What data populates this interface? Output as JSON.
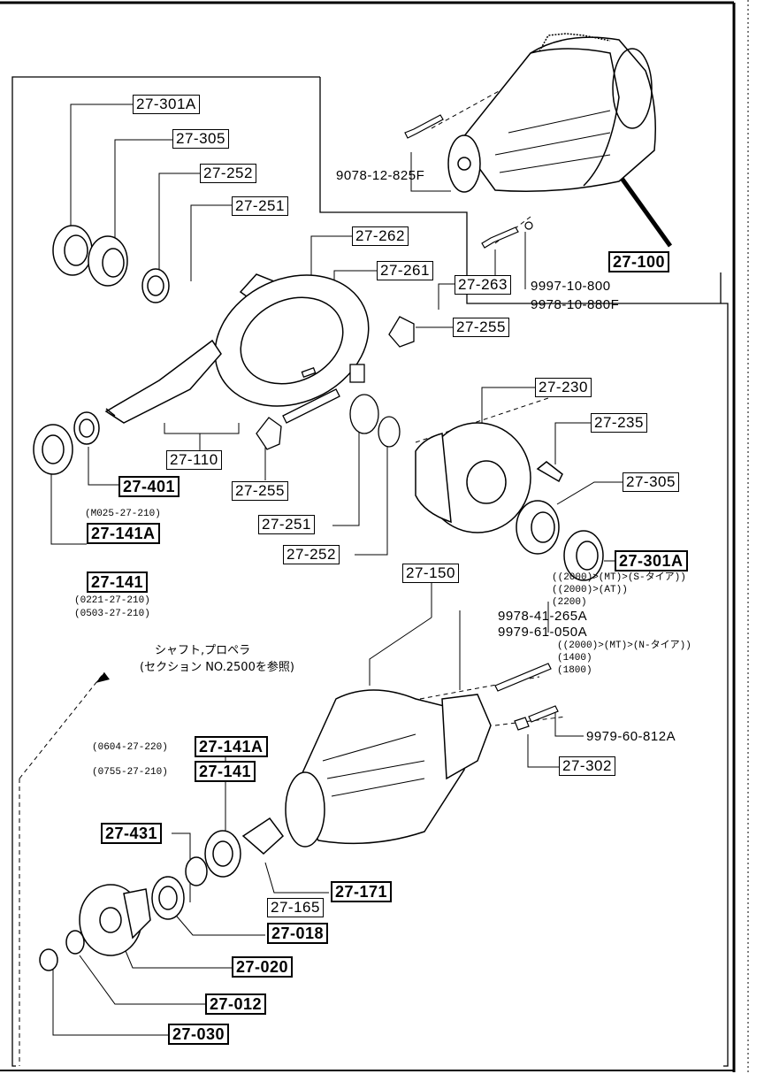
{
  "parts": {
    "p301A_top": "27-301A",
    "p305_top": "27-305",
    "p252_top": "27-252",
    "p251_top": "27-251",
    "p262": "27-262",
    "p261": "27-261",
    "p263": "27-263",
    "p255_right": "27-255",
    "p230": "27-230",
    "p235": "27-235",
    "p305_right": "27-305",
    "p301A_right": "27-301A",
    "p100": "27-100",
    "p110": "27-110",
    "p401": "27-401",
    "p255_bottom": "27-255",
    "p251_bottom": "27-251",
    "p252_bottom": "27-252",
    "p141A_left": "27-141A",
    "p141_left": "27-141",
    "p150": "27-150",
    "p302": "27-302",
    "p141A_lower": "27-141A",
    "p141_lower": "27-141",
    "p431": "27-431",
    "p171": "27-171",
    "p165": "27-165",
    "p018": "27-018",
    "p020": "27-020",
    "p012": "27-012",
    "p030": "27-030"
  },
  "bolts": {
    "b9078": "9078-12-825F",
    "b9997": "9997-10-800",
    "b9978_10": "9978-10-880F",
    "b9978_41": "9978-41-265A",
    "b9979_61": "9979-61-050A",
    "b9979_60": "9979-60-812A"
  },
  "notes": {
    "m025": "(M025-27-210)",
    "n0221": "(0221-27-210)",
    "n0503": "(0503-27-210)",
    "n0604": "(0604-27-220)",
    "n0755": "(0755-27-210)",
    "cond1": "((2000)>(MT)>(S-タイア))",
    "cond2": "((2000)>(AT))",
    "cond3": "(2200)",
    "cond4": "((2000)>(MT)>(N-タイア))",
    "cond5": "(1400)",
    "cond6": "(1800)",
    "jp_line1": "シャフト,プロペラ",
    "jp_line2": "(セクション NO.2500を参照)"
  }
}
